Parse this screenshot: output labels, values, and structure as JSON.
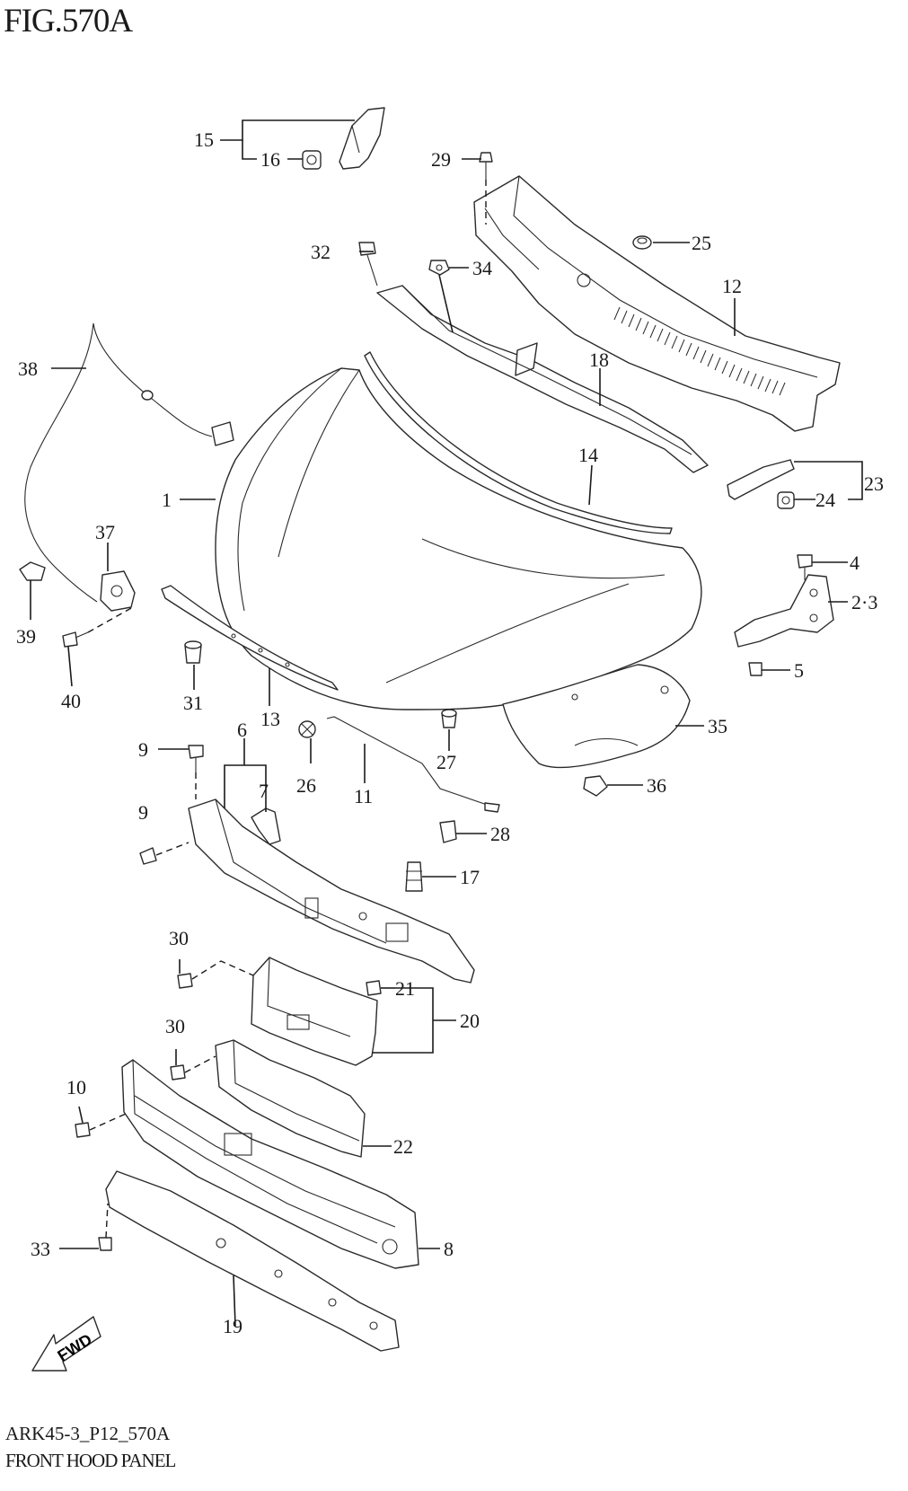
{
  "figure": {
    "title": "FIG.570A",
    "code": "ARK45-3_P12_570A",
    "caption": "FRONT HOOD PANEL"
  },
  "callouts": {
    "n1": "1",
    "n2_3": "2·3",
    "n4": "4",
    "n5": "5",
    "n6": "6",
    "n7": "7",
    "n8": "8",
    "n9a": "9",
    "n9b": "9",
    "n10": "10",
    "n11": "11",
    "n12": "12",
    "n13": "13",
    "n14": "14",
    "n15": "15",
    "n16": "16",
    "n17": "17",
    "n18": "18",
    "n19": "19",
    "n20": "20",
    "n21": "21",
    "n22": "22",
    "n23": "23",
    "n24": "24",
    "n25": "25",
    "n26": "26",
    "n27": "27",
    "n28": "28",
    "n29": "29",
    "n30a": "30",
    "n30b": "30",
    "n31": "31",
    "n32": "32",
    "n33": "33",
    "n34": "34",
    "n35": "35",
    "n36": "36",
    "n37": "37",
    "n38": "38",
    "n39": "39",
    "n40": "40"
  },
  "fwd_marker": "FWD"
}
